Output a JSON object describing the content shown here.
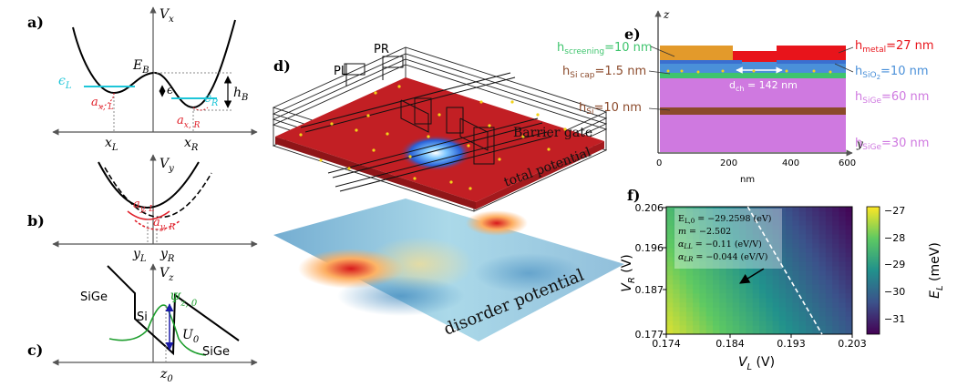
{
  "panel_a": {
    "label": "a)",
    "axis_y": "V",
    "axis_y_sub": "x",
    "eb": "E",
    "eb_sub": "B",
    "eps": "ϵ",
    "eps_l": "ϵ",
    "eps_l_sub": "L",
    "eps_r": "ϵ",
    "eps_r_sub": "R",
    "hb": "h",
    "hb_sub": "B",
    "axl": "a",
    "axl_sub": "x, L",
    "axr": "a",
    "axr_sub": "x, R",
    "xl": "x",
    "xl_sub": "L",
    "xr": "x",
    "xr_sub": "R"
  },
  "panel_b": {
    "label": "b)",
    "axis_y": "V",
    "axis_y_sub": "y",
    "ayl": "a",
    "ayl_sub": "y, L",
    "ayr": "a",
    "ayr_sub": "y, R",
    "yl": "y",
    "yl_sub": "L",
    "yr": "y",
    "yr_sub": "R"
  },
  "panel_c": {
    "label": "c)",
    "axis_y": "V",
    "axis_y_sub": "z",
    "sige_left": "SiGe",
    "si": "Si",
    "psi": "Ψ",
    "psi_sub": "z, 0",
    "u0": "U",
    "u0_sub": "0",
    "sige_right": "SiGe",
    "z0": "z",
    "z0_sub": "0"
  },
  "panel_d": {
    "label": "d)",
    "pl": "PL",
    "pr": "PR",
    "barrier_gate": "Barrier gate",
    "total_potential": "total potential",
    "disorder_potential": "disorder potential"
  },
  "panel_e": {
    "label": "e)",
    "axis_z": "z",
    "axis_y": "y",
    "xlabel": "nm",
    "x_ticks": [
      "0",
      "200",
      "400",
      "600"
    ],
    "h_screening": "h",
    "h_screening_sub": "screening",
    "h_screening_val": "=10 nm",
    "h_sicap": "h",
    "h_sicap_sub": "Si cap",
    "h_sicap_val": "=1.5 nm",
    "h_si": "h",
    "h_si_sub": "Si",
    "h_si_val": "=10 nm",
    "h_metal": "h",
    "h_metal_sub": "metal",
    "h_metal_val": "=27 nm",
    "h_sio2": "h",
    "h_sio2_sub": "SiO",
    "h_sio2_sub2": "2",
    "h_sio2_val": "=10 nm",
    "h_sige60": "h",
    "h_sige60_sub": "SiGe",
    "h_sige60_val": "=60 nm",
    "h_sige30": "h",
    "h_sige30_sub": "SiGe",
    "h_sige30_val": "=30 nm",
    "dch": "d",
    "dch_sub": "ch",
    "dch_val": " = 142 nm",
    "colors": {
      "metal": "#e8141b",
      "screening": "#e39a2b",
      "sio2": "#4a90d9",
      "sicap": "#3ec46d",
      "sige": "#cf79e0",
      "si": "#8b4a2b"
    }
  },
  "panel_f": {
    "label": "f)",
    "xlabel_var": "V",
    "xlabel_sub": "L",
    "xlabel_unit": " (V)",
    "ylabel_var": "V",
    "ylabel_sub": "R",
    "ylabel_unit": " (V)",
    "x_ticks": [
      "0.174",
      "0.184",
      "0.193",
      "0.203"
    ],
    "y_ticks": [
      "0.206",
      "0.196",
      "0.187",
      "0.177"
    ],
    "cbar_ticks": [
      "−27",
      "−28",
      "−29",
      "−30",
      "−31"
    ],
    "cbar_label_var": "E",
    "cbar_label_sub": "L",
    "cbar_label_unit": " (meV)",
    "annot_el0": "E",
    "annot_el0_sub": "L,0",
    "annot_el0_val": " = −29.2598 (eV)",
    "annot_m": "m",
    "annot_m_val": " = −2.502",
    "annot_all": "α",
    "annot_all_sub": "LL",
    "annot_all_val": " = −0.11 (eV/V)",
    "annot_alr": "α",
    "annot_alr_sub": "LR",
    "annot_alr_val": " = −0.044 (eV/V)"
  },
  "chart_data": {
    "type": "heatmap",
    "x_range": [
      0.174,
      0.203
    ],
    "y_range": [
      0.177,
      0.206
    ],
    "xlabel": "V_L (V)",
    "ylabel": "V_R (V)",
    "colorbar_label": "E_L (meV)",
    "colorbar_range": [
      -31.5,
      -26.8
    ],
    "colorbar_ticks": [
      -27,
      -28,
      -29,
      -30,
      -31
    ],
    "E_L0": -29.2598,
    "m": -2.502,
    "alpha_LL": -0.11,
    "alpha_LR": -0.044
  }
}
